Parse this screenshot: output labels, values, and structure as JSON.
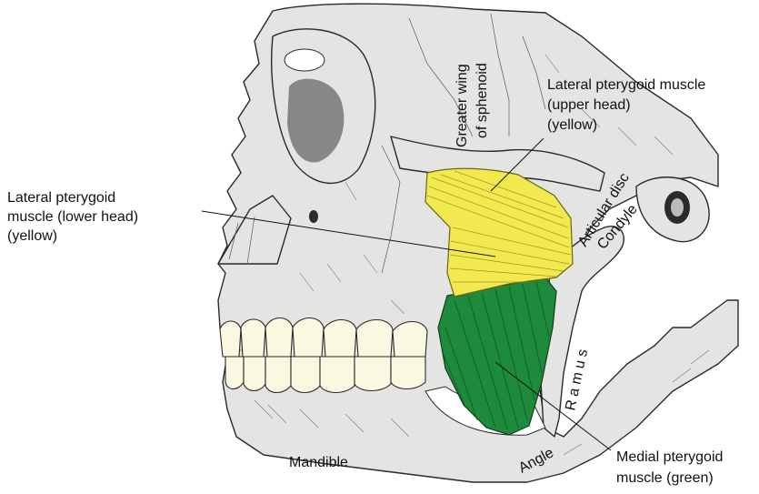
{
  "labels": {
    "greater_wing_line1": "Greater wing",
    "greater_wing_line2": "of sphenoid",
    "lp_upper_line1": "Lateral pterygoid muscle",
    "lp_upper_line2": "(upper head)",
    "lp_upper_line3": "(yellow)",
    "lp_lower_line1": "Lateral pterygoid",
    "lp_lower_line2": "muscle (lower head)",
    "lp_lower_line3": "(yellow)",
    "articular_disc": "Articular disc",
    "condyle": "Condyle",
    "ramus": "R a m u s",
    "angle": "Angle",
    "mandible": "Mandible",
    "medial_line1": "Medial pterygoid",
    "medial_line2": "muscle (green)"
  },
  "colors": {
    "lateral_pterygoid": "#f2e94e",
    "medial_pterygoid": "#1e8a3c",
    "bone": "#e4e4e2",
    "teeth": "#fbf8e2"
  },
  "icons": {
    "figure": "skull-jaw-illustration"
  }
}
